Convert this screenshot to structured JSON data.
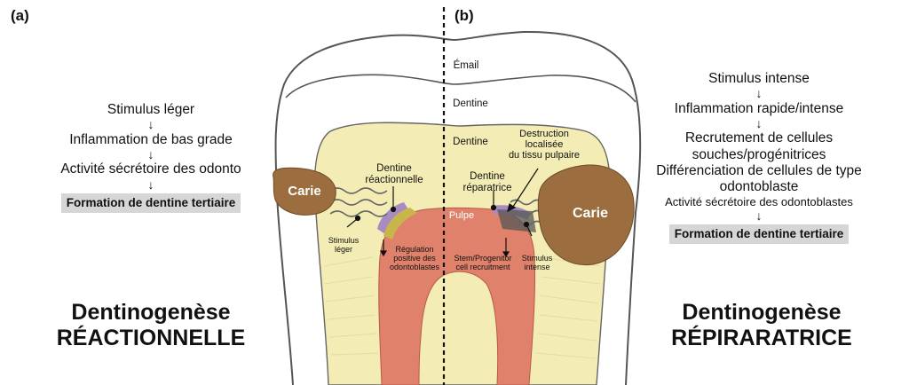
{
  "panels": {
    "a": "(a)",
    "b": "(b)"
  },
  "left": {
    "steps": [
      "Stimulus léger",
      "Inflammation de bas grade",
      "Activité sécrétoire des odonto"
    ],
    "final": "Formation de dentine tertiaire",
    "title_line1": "Dentinogenèse",
    "title_line2": "RÉACTIONNELLE"
  },
  "right": {
    "steps": [
      "Stimulus intense",
      "Inflammation rapide/intense",
      "Recrutement de cellules",
      "souches/progénitrices",
      "Différenciation de cellules de type",
      "odontoblaste",
      "Activité sécrétoire des odontoblastes"
    ],
    "final": "Formation de dentine tertiaire",
    "title_line1": "Dentinogenèse",
    "title_line2": "RÉPIRARATRICE"
  },
  "tooth": {
    "email": "Émail",
    "dentine_top": "Dentine",
    "dentine": "Dentine",
    "carie_left": "Carie",
    "carie_right": "Carie",
    "pulpe": "Pulpe",
    "dentine_reactionnelle_1": "Dentine",
    "dentine_reactionnelle_2": "réactionnelle",
    "dentine_reparatrice_1": "Dentine",
    "dentine_reparatrice_2": "réparatrice",
    "destruction_1": "Destruction",
    "destruction_2": "localisée",
    "destruction_3": "du tissu pulpaire",
    "stimulus_leger_1": "Stimulus",
    "stimulus_leger_2": "léger",
    "regulation_1": "Régulation",
    "regulation_2": "positive des",
    "regulation_3": "odontoblastes",
    "stem_1": "Stem/Progenitor",
    "stem_2": "cell recruitment",
    "stimulus_intense_1": "Stimulus",
    "stimulus_intense_2": "intense"
  },
  "colors": {
    "dentine": "#f3ecb4",
    "pulp": "#e0826b",
    "caries": "#9b6d3f",
    "outline": "#555555"
  }
}
